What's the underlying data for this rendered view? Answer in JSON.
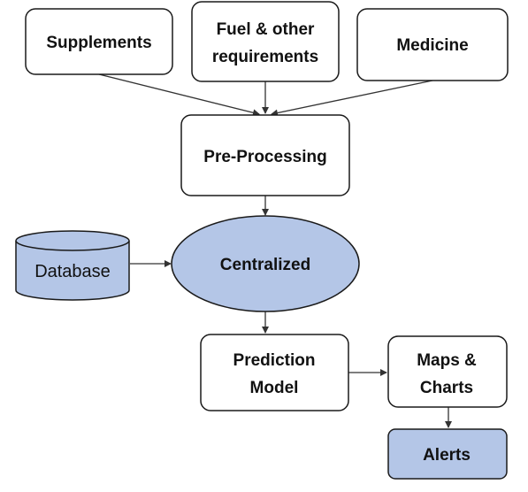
{
  "diagram": {
    "colors": {
      "background": "#ffffff",
      "box_fill": "#ffffff",
      "accent_fill": "#b4c6e7",
      "stroke": "#1a1a1a",
      "arrow": "#333333"
    },
    "nodes": {
      "supplements": {
        "label": "Supplements"
      },
      "fuel": {
        "line1": "Fuel & other",
        "line2": "requirements"
      },
      "medicine": {
        "label": "Medicine"
      },
      "preprocessing": {
        "label": "Pre-Processing"
      },
      "database": {
        "label": "Database"
      },
      "centralized": {
        "label": "Centralized"
      },
      "prediction": {
        "line1": "Prediction",
        "line2": "Model"
      },
      "maps": {
        "line1": "Maps &",
        "line2": "Charts"
      },
      "alerts": {
        "label": "Alerts"
      }
    }
  }
}
